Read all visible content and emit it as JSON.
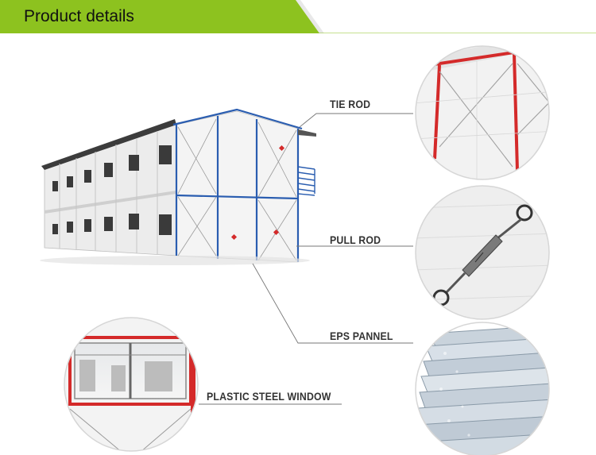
{
  "header": {
    "title": "Product details",
    "accent_color": "#8dc21f"
  },
  "callouts": [
    {
      "label": "TIE ROD",
      "icon": "tie-rod-detail"
    },
    {
      "label": "PULL ROD",
      "icon": "turnbuckle-detail"
    },
    {
      "label": "EPS PANNEL",
      "icon": "eps-panel-stack"
    },
    {
      "label": "PLASTIC STEEL WINDOW",
      "icon": "plastic-steel-window-detail"
    }
  ],
  "colors": {
    "frame_blue": "#2a5db0",
    "tie_red": "#d42a2a",
    "panel_white": "#f2f2f2",
    "line_gray": "#666666"
  }
}
